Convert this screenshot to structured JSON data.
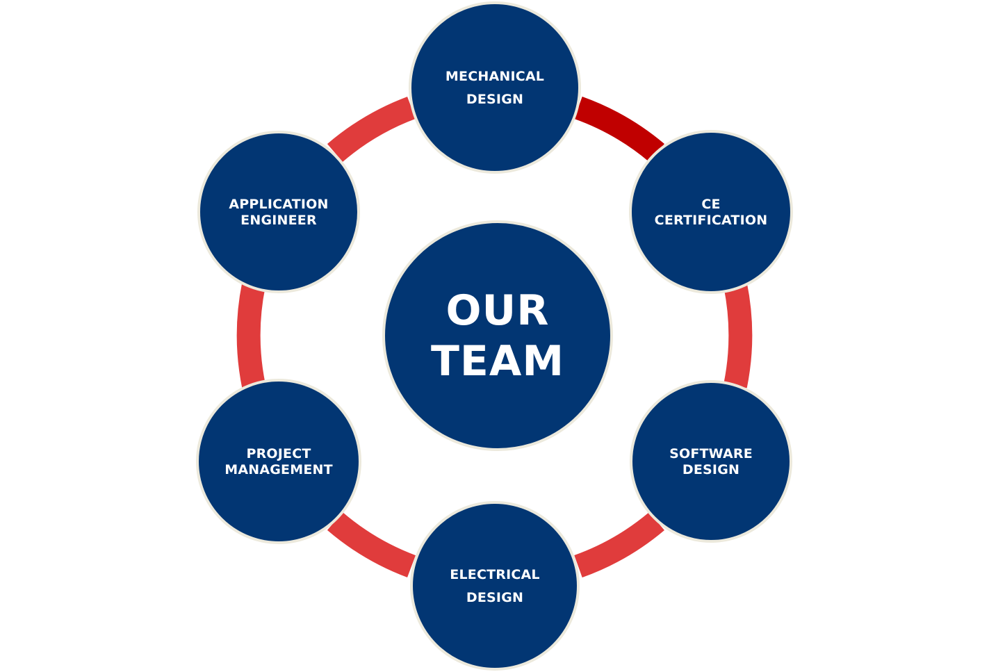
{
  "diagram": {
    "center": {
      "line1": "OUR",
      "line2": "TEAM"
    },
    "nodes": [
      {
        "id": "mechanical-design",
        "line1": "MECHANICAL",
        "line2": "DESIGN"
      },
      {
        "id": "ce-certification",
        "line1": "CE",
        "line2": "CERTIFICATION"
      },
      {
        "id": "software-design",
        "line1": "SOFTWARE",
        "line2": "DESIGN"
      },
      {
        "id": "electrical-design",
        "line1": "ELECTRICAL",
        "line2": "DESIGN"
      },
      {
        "id": "project-management",
        "line1": "PROJECT",
        "line2": "MANAGEMENT"
      },
      {
        "id": "application-engineer",
        "line1": "APPLICATION",
        "line2": "ENGINEER"
      }
    ],
    "colors": {
      "node_fill": "#023673",
      "ring": "#e03c3c",
      "ring_highlight": "#c00000",
      "node_border": "#ece9dc",
      "text": "#ffffff"
    }
  }
}
